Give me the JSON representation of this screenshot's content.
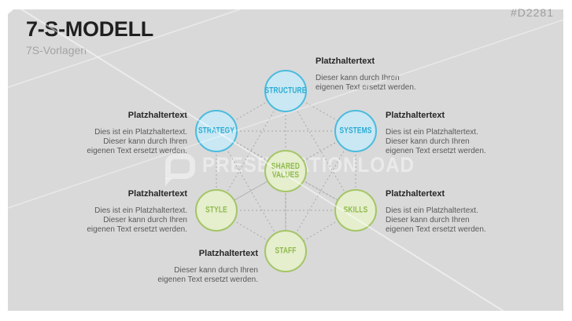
{
  "slide": {
    "title": "7-S-MODELL",
    "subtitle": "7S-Vorlagen",
    "id_tag": "#D2281",
    "watermark": "PRESENTATIONLOAD"
  },
  "colors": {
    "slide_bg": "#d9d9d9",
    "connector": "#a8a8a8",
    "heading_text": "#262626",
    "body_text": "#595959",
    "blue_fill": "#c9e8f4",
    "blue_border": "#4cbbdd",
    "blue_text": "#2aabd2",
    "green_fill": "#e5eecd",
    "green_border": "#a4c567",
    "green_text": "#8eba4b"
  },
  "diagram": {
    "nodes": [
      {
        "id": "structure",
        "label": "STRUCTURE",
        "color": "blue"
      },
      {
        "id": "strategy",
        "label": "STRATEGY",
        "color": "blue"
      },
      {
        "id": "systems",
        "label": "SYSTEMS",
        "color": "blue"
      },
      {
        "id": "shared-values",
        "label": "SHARED VALUES",
        "color": "green"
      },
      {
        "id": "style",
        "label": "STYLE",
        "color": "green"
      },
      {
        "id": "skills",
        "label": "SKILLS",
        "color": "green"
      },
      {
        "id": "staff",
        "label": "STAFF",
        "color": "green"
      }
    ]
  },
  "annotations": [
    {
      "id": "structure",
      "heading": "Platzhaltertext",
      "body": "Dieser kann durch Ihren\neigenen Text ersetzt werden."
    },
    {
      "id": "strategy",
      "heading": "Platzhaltertext",
      "body": "Dies ist ein Platzhaltertext.\nDieser kann durch Ihren\neigenen Text ersetzt werden."
    },
    {
      "id": "systems",
      "heading": "Platzhaltertext",
      "body": "Dies ist ein Platzhaltertext.\nDieser kann durch Ihren\neigenen Text ersetzt werden."
    },
    {
      "id": "style",
      "heading": "Platzhaltertext",
      "body": "Dies ist ein Platzhaltertext.\nDieser kann durch Ihren\neigenen Text ersetzt werden."
    },
    {
      "id": "skills",
      "heading": "Platzhaltertext",
      "body": "Dies ist ein Platzhaltertext.\nDieser kann durch Ihren\neigenen Text ersetzt werden."
    },
    {
      "id": "staff",
      "heading": "Platzhaltertext",
      "body": "Dieser kann durch Ihren\neigenen Text ersetzt werden."
    }
  ]
}
